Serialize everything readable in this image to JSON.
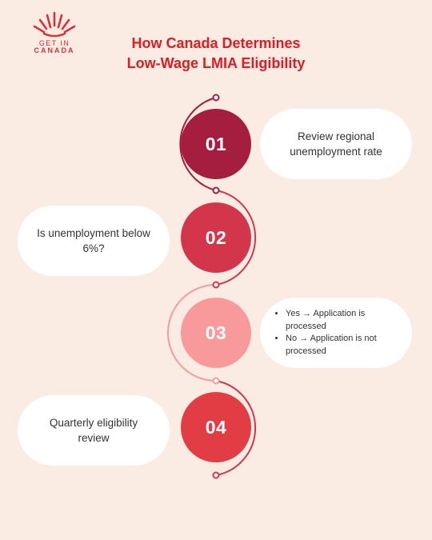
{
  "logo": {
    "line1": "GET IN",
    "line2": "CANADA",
    "icon": "sunburst-maple-icon",
    "color": "#d8323a"
  },
  "title": {
    "line1": "How Canada Determines",
    "line2": "Low-Wage LMIA Eligibility",
    "color": "#e01b22"
  },
  "steps": [
    {
      "number": "01",
      "text": "Review regional unemployment rate",
      "color": "#a61e3f"
    },
    {
      "number": "02",
      "text": "Is unemployment below 6%?",
      "color": "#d3354b"
    },
    {
      "number": "03",
      "bullets": [
        "Yes → Application is processed",
        "No → Application is not processed"
      ],
      "color": "#f89a9c"
    },
    {
      "number": "04",
      "text": "Quarterly eligibility review",
      "color": "#e23d45"
    }
  ]
}
